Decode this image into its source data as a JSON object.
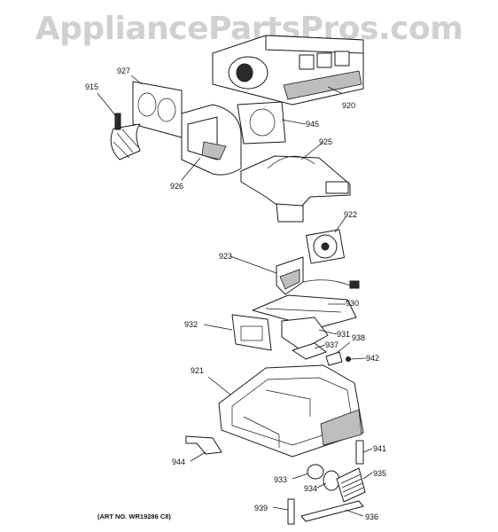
{
  "watermark": "AppliancePartsPros.com",
  "art_number": "(ART NO. WR19286 C8)",
  "callouts": [
    "915",
    "927",
    "920",
    "945",
    "925",
    "926",
    "922",
    "923",
    "930",
    "932",
    "931",
    "937",
    "938",
    "942",
    "921",
    "941",
    "944",
    "933",
    "935",
    "934",
    "939",
    "936"
  ]
}
